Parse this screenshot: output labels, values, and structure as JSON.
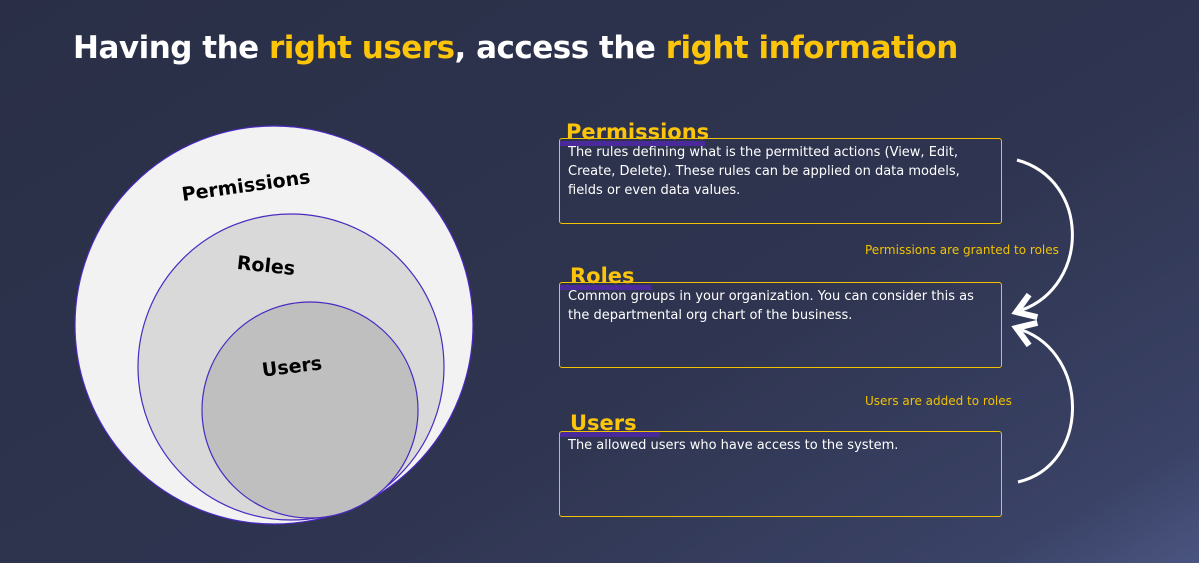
{
  "title": {
    "part1": "Having the ",
    "hl1": "right users",
    "part2": ", access the ",
    "hl2": "right information"
  },
  "circles": {
    "permissions": "Permissions",
    "roles": "Roles",
    "users": "Users"
  },
  "sections": [
    {
      "heading": "Permissions",
      "text": "The rules defining what is the permitted actions (View, Edit, Create, Delete). These rules can be applied on data models, fields or even data values."
    },
    {
      "heading": "Roles",
      "text": "Common groups in your organization. You can consider this as the departmental org chart of the business."
    },
    {
      "heading": "Users",
      "text": "The allowed users who have access to the system."
    }
  ],
  "notes": {
    "granted": "Permissions are granted to roles",
    "added": "Users are added to roles"
  },
  "colors": {
    "accent": "#fcc50a",
    "purple": "#4a2a9a"
  }
}
